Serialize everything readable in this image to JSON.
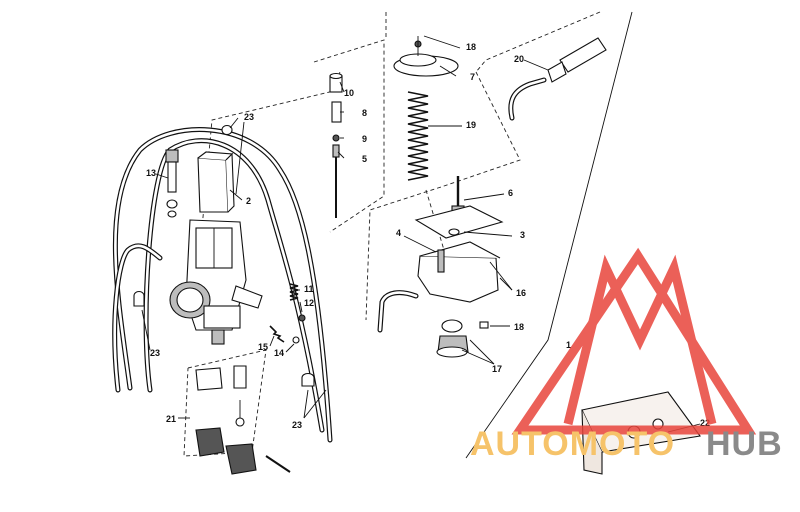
{
  "diagram": {
    "callouts": [
      "1",
      "2",
      "3",
      "4",
      "5",
      "6",
      "7",
      "8",
      "9",
      "10",
      "11",
      "12",
      "13",
      "14",
      "15",
      "16",
      "17",
      "18",
      "18",
      "19",
      "20",
      "21",
      "22",
      "23",
      "23",
      "23"
    ]
  },
  "watermark": {
    "text_a": "AUTOMOTO",
    "text_b": "HUB",
    "color_a": "#f6c36a",
    "color_b": "#8a8a8a",
    "logo_color": "#e8453c"
  }
}
